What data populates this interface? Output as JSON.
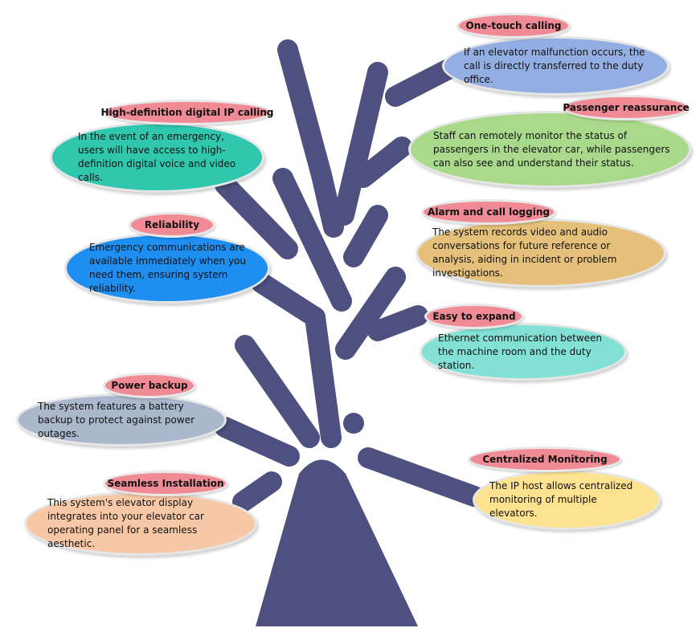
{
  "colors": {
    "tree": "#4e5180",
    "label": "#f08b95"
  },
  "features": [
    {
      "id": "one-touch",
      "title": "One-touch calling",
      "text": "If an elevator malfunction occurs, the call is directly transferred to the duty office.",
      "color": "#93aee2"
    },
    {
      "id": "hd-ip",
      "title": "High-definition digital IP calling",
      "text": "In the event of an emergency, users will have access to high-definition digital voice and video calls.",
      "color": "#2fc7ad"
    },
    {
      "id": "passenger",
      "title": "Passenger reassurance",
      "text": "Staff can remotely monitor the status of passengers in the elevator car, while passengers can also see and understand their status.",
      "color": "#a9d98a"
    },
    {
      "id": "reliability",
      "title": "Reliability",
      "text": "Emergency communications are available immediately when you need them, ensuring system reliability.",
      "color": "#1e8ef0"
    },
    {
      "id": "alarm",
      "title": "Alarm and call logging",
      "text": "The system records video and audio conversations for future reference or analysis, aiding in incident or problem investigations.",
      "color": "#e4c07a"
    },
    {
      "id": "expand",
      "title": "Easy to expand",
      "text": "Ethernet communication between the machine room and the duty station.",
      "color": "#82e0d5"
    },
    {
      "id": "power",
      "title": "Power backup",
      "text": "The system features a battery backup to protect against power outages.",
      "color": "#aab7cc"
    },
    {
      "id": "monitoring",
      "title": "Centralized Monitoring",
      "text": "The IP host allows centralized monitoring of multiple elevators.",
      "color": "#fde38f"
    },
    {
      "id": "seamless",
      "title": "Seamless Installation",
      "text": "This system's elevator display integrates into your elevator car operating panel for a seamless aesthetic.",
      "color": "#f7c7a6"
    }
  ]
}
